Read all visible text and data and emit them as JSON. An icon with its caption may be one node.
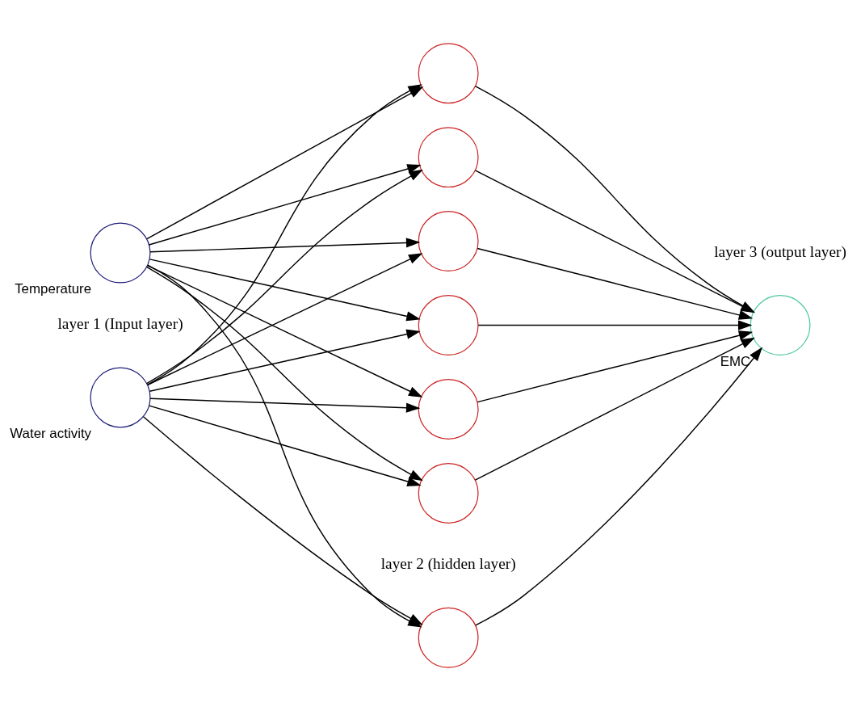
{
  "diagram": {
    "nodes": [
      {
        "text": [],
        "shape": "circle",
        "beside": [
          "Water activity"
        ]
      },
      {
        "text": [],
        "shape": "circle",
        "beside": [
          "Temperature"
        ]
      },
      {
        "text": [],
        "shape": "circle"
      },
      {
        "text": [],
        "shape": "circle"
      },
      {
        "text": [],
        "shape": "circle"
      },
      {
        "text": [],
        "shape": "circle"
      },
      {
        "text": [],
        "shape": "circle"
      },
      {
        "text": [],
        "shape": "circle"
      },
      {
        "text": [],
        "shape": "circle"
      },
      {
        "text": [],
        "shape": "circle",
        "beside": [
          "EMC"
        ]
      }
    ],
    "edges": [
      {
        "from": 0,
        "to": 2,
        "arrow": "to"
      },
      {
        "from": 0,
        "to": 3,
        "arrow": "to"
      },
      {
        "from": 0,
        "to": 4,
        "arrow": "to"
      },
      {
        "from": 0,
        "to": 5,
        "arrow": "to"
      },
      {
        "from": 0,
        "to": 6,
        "arrow": "to"
      },
      {
        "from": 0,
        "to": 7,
        "arrow": "to"
      },
      {
        "from": 0,
        "to": 8,
        "arrow": "to"
      },
      {
        "from": 1,
        "to": 2,
        "arrow": "to"
      },
      {
        "from": 1,
        "to": 3,
        "arrow": "to"
      },
      {
        "from": 1,
        "to": 4,
        "arrow": "to"
      },
      {
        "from": 1,
        "to": 5,
        "arrow": "to"
      },
      {
        "from": 1,
        "to": 6,
        "arrow": "to"
      },
      {
        "from": 1,
        "to": 7,
        "arrow": "to"
      },
      {
        "from": 1,
        "to": 8,
        "arrow": "to"
      },
      {
        "from": 2,
        "to": 9,
        "arrow": "to"
      },
      {
        "from": 3,
        "to": 9,
        "arrow": "to"
      },
      {
        "from": 4,
        "to": 9,
        "arrow": "to"
      },
      {
        "from": 5,
        "to": 9,
        "arrow": "to"
      },
      {
        "from": 6,
        "to": 9,
        "arrow": "to"
      },
      {
        "from": 7,
        "to": 9,
        "arrow": "to"
      },
      {
        "from": 8,
        "to": 9,
        "arrow": "to"
      }
    ],
    "labels": [
      "layer 2 (hidden layer)",
      "layer 1 (Input layer)",
      "layer 3 (output layer)"
    ]
  }
}
